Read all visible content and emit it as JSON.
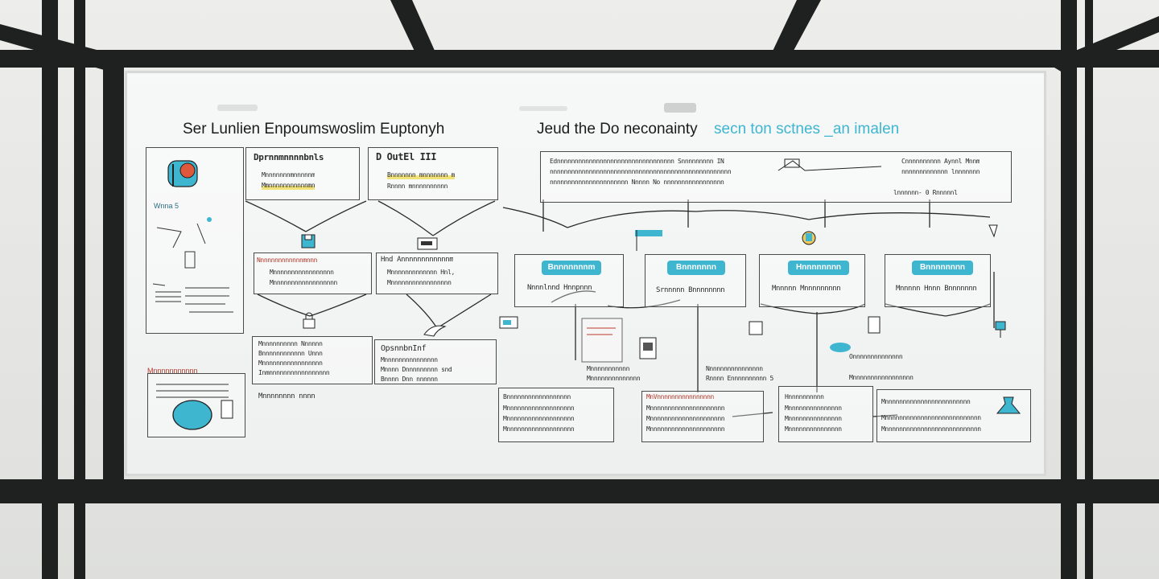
{
  "board": {
    "heading_left": "Ser Lunlien Enpoumswoslim Euptonyh",
    "heading_right_a": "Jeud the  Do  neconainty",
    "heading_right_b": "secn ton sctnes _an imalen",
    "left": {
      "box1_title": "Dprnnmnnnnbnls",
      "box1_lines": [
        "Mnnnnnnnmnnnnnm",
        "Mmnnnnnnnnnnnmn"
      ],
      "box2_title": "D OutEl III",
      "box2_lines": [
        "Bnnnnnnn mnnnnnnn m",
        "Rnnnn mnnnnnnnnnn"
      ],
      "box3_title": "Nnnnnnnnnnnnnmnnn",
      "box3_lines": [
        "Mnnnnnnnnnnnnnnnnn",
        "Mnnnnnnnnnnnnnnnnnn"
      ],
      "box4_title": "Hnd Annnnnnnnnnnnm",
      "box4_lines": [
        "Mnnnnnnnnnnnnn Hnl,",
        "Mnnnnnnnnnnnnnnnnn"
      ],
      "box5_lines": [
        "Mnnnnnnnnnn Nnnnnn",
        "Bnnnnnnnnnnnn Unnn",
        "Mnnnnnnnnnnnnnnnnn",
        "Inmnnnnnnnnnnnnnnnnn",
        "Mnnnnnnnn nnnn"
      ],
      "box6_title": "OpsnnbnInf",
      "box6_lines": [
        "Mnnnnnnnnnnnnnnn",
        "Mnnnn Dnnnnnnnnn snd",
        "Bnnnn Dnn nnnnnn"
      ],
      "left_label": "Wnna 5",
      "left_red": "Mnnnnnnnnnnn"
    },
    "right": {
      "top_lines": [
        "Ednnnnnnnnnnnnnnnnnnnnnnnnnnnnnnnnn  Snnnnnnnnn IN",
        "nnnnnnnnnnnnnnnnnnnnnnnnnnnnnnnnnnnnnnnnnnnnnnnnnnn",
        "nnnnnnnnnnnnnnnnnnnnnn  Nnnnn No  nnnnnnnnnnnnnnnnn"
      ],
      "top_right_lines": [
        "Cnnnnnnnnnn Aynnl Mnnm",
        "nnnnnnnnnnnnn lnnnnnnn",
        "lnnnnnn- 0  Rnnnnnl"
      ],
      "pills": [
        "Bnnnnnnnm",
        "Bnnnnnnn",
        "Hnnnnnnnn",
        "Bnnnnnnnn"
      ],
      "pill_subs": [
        "Nnnnlnnd Hnnpnnn",
        "Srnnnnn Bnnnnnnnn",
        "Mnnnnn Mnnnnnnnnn",
        "Mnnnnn Hnnn Bnnnnnnn"
      ],
      "mid_notes": [
        [
          "Mnnnnnnnnnnn",
          "Mnnnnnnnnnnnnnn"
        ],
        [
          "Nnnnnnnnnnnnnnnn",
          "Rnnnn Ennnnnnnnnn 5"
        ],
        [
          "Onnnnnnnnnnnnnn",
          "Mnnnnnnnnnnnnnnnnn"
        ]
      ],
      "bottom_boxes": [
        [
          "Bnnnnnnnnnnnnnnnnnn",
          "Mnnnnnnnnnnnnnnnnnnn",
          "Mnnnnnnnnnnnnnnnnnnn",
          "Mnnnnnnnnnnnnnnnnnnn"
        ],
        [
          "MnVnnnnnnnnnnnnnnnn",
          "Mnnnnnnnnnnnnnnnnnnnnn",
          "Mnnnnnnnnnnnnnnnnnnnnn",
          "Mnnnnnnnnnnnnnnnnnnnnn"
        ],
        [
          "Hnnnnnnnnnn",
          "Mnnnnnnnnnnnnnnn",
          "Mnnnnnnnnnnnnnnn",
          "Mnnnnnnnnnnnnnnn"
        ],
        [
          "Mnnnnnnnnnnnnnnnnnnnnnnnn",
          "Mnnnnnnnnnnnnnnnnnnnnnnnnnnn",
          "Mnnnnnnnnnnnnnnnnnnnnnnnnnnn"
        ]
      ]
    }
  },
  "colors": {
    "accent": "#3fb6d0",
    "frame": "#1f2020",
    "board": "#f4f5f5",
    "ink": "#1b1b1b"
  }
}
